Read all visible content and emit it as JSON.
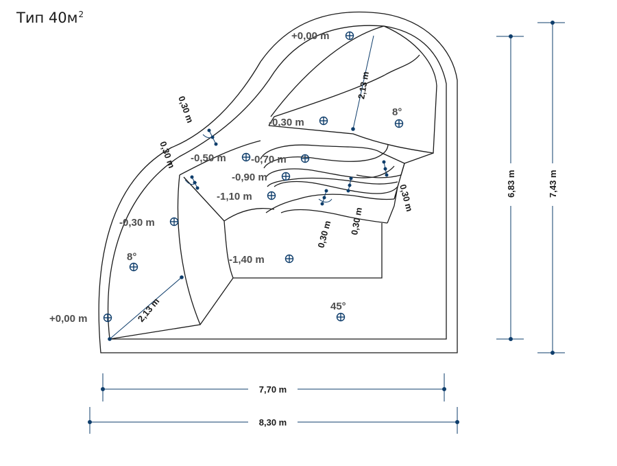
{
  "title": {
    "text": "Тип 40м",
    "sup": "2"
  },
  "depths": {
    "top": "+0,00 m",
    "left": "+0,00 m",
    "shelf_top": "-0,30 m",
    "shelf_left": "-0,30 m",
    "step1": "-0,50 m",
    "step2": "-0,70 m",
    "step3": "-0,90 m",
    "step4": "-1,10 m",
    "deep": "-1,40 m"
  },
  "slopes": {
    "top_right": "8°",
    "left": "8°",
    "bottom": "45°"
  },
  "dimensions": {
    "ramp_top": "2,13 m",
    "ramp_left": "2,13 m",
    "wall_a": "0,30 m",
    "wall_b": "0,30 m",
    "step_a": "0,30 m",
    "step_b": "0,30 m",
    "step_c": "0,30 m",
    "width_inner": "7,70 m",
    "width_outer": "8,30 m",
    "height_inner": "6,83 m",
    "height_outer": "7,43 m"
  }
}
